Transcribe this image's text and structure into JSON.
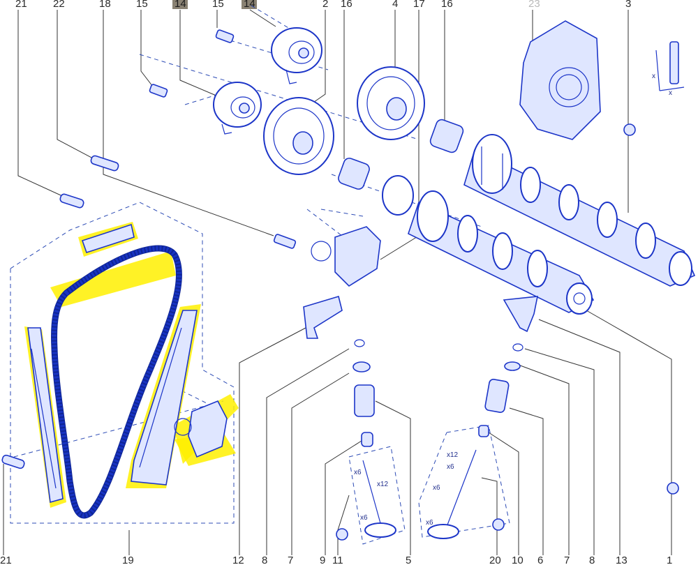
{
  "diagram": {
    "labels_top": [
      {
        "id": "21",
        "text": "21"
      },
      {
        "id": "22",
        "text": "22"
      },
      {
        "id": "18",
        "text": "18"
      },
      {
        "id": "15a",
        "text": "15"
      },
      {
        "id": "14a",
        "text": "14"
      },
      {
        "id": "15b",
        "text": "15"
      },
      {
        "id": "14b",
        "text": "14"
      },
      {
        "id": "2",
        "text": "2"
      },
      {
        "id": "16a",
        "text": "16"
      },
      {
        "id": "4",
        "text": "4"
      },
      {
        "id": "17",
        "text": "17"
      },
      {
        "id": "16b",
        "text": "16"
      },
      {
        "id": "23",
        "text": "23"
      },
      {
        "id": "3",
        "text": "3"
      }
    ],
    "labels_bottom": [
      {
        "id": "21b",
        "text": "21"
      },
      {
        "id": "19",
        "text": "19"
      },
      {
        "id": "12",
        "text": "12"
      },
      {
        "id": "8a",
        "text": "8"
      },
      {
        "id": "7a",
        "text": "7"
      },
      {
        "id": "9",
        "text": "9"
      },
      {
        "id": "11",
        "text": "11"
      },
      {
        "id": "5",
        "text": "5"
      },
      {
        "id": "20",
        "text": "20"
      },
      {
        "id": "10",
        "text": "10"
      },
      {
        "id": "6",
        "text": "6"
      },
      {
        "id": "7b",
        "text": "7"
      },
      {
        "id": "8b",
        "text": "8"
      },
      {
        "id": "13",
        "text": "13"
      },
      {
        "id": "1",
        "text": "1"
      }
    ],
    "annotations": {
      "x6_a": "x6",
      "x12_a": "x12",
      "x6_b": "x6",
      "x12_b": "x12",
      "x6_c": "x6",
      "x6_d": "x6",
      "x6_e": "x6",
      "x_a": "x",
      "x_b": "x"
    },
    "colors": {
      "part_stroke": "#1c35c8",
      "highlight": "#fff000",
      "part_box": "#8a8273",
      "callout_label_inactive": "#b9b9b9"
    }
  }
}
